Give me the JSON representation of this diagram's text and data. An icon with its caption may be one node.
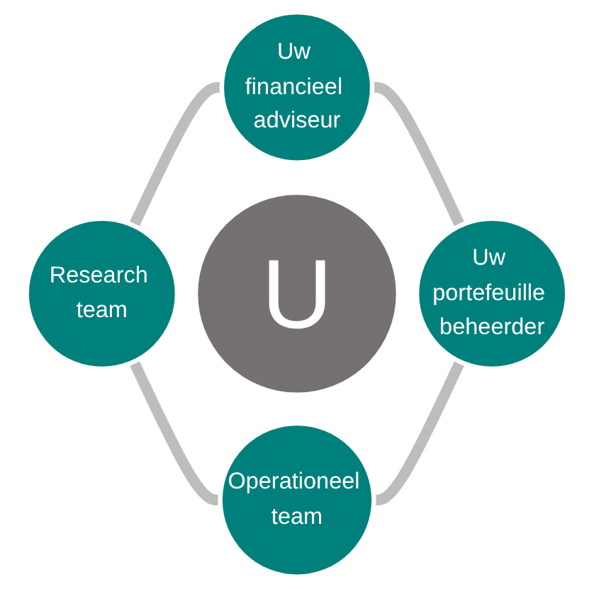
{
  "diagram": {
    "nodes": [
      {
        "text": [
          "Uw financieel adviseur"
        ]
      },
      {
        "text": [
          "Research team"
        ]
      },
      {
        "text": [
          "U"
        ]
      },
      {
        "text": [
          "Uw portefeuille beheerder"
        ]
      },
      {
        "text": [
          "Operationeel team"
        ]
      }
    ],
    "edges": [
      {
        "from": 0,
        "to": 3,
        "arrow": "none"
      },
      {
        "from": 4,
        "to": 3,
        "arrow": "none"
      },
      {
        "from": 1,
        "to": 4,
        "arrow": "none"
      },
      {
        "from": 1,
        "to": 0,
        "arrow": "none"
      }
    ]
  }
}
